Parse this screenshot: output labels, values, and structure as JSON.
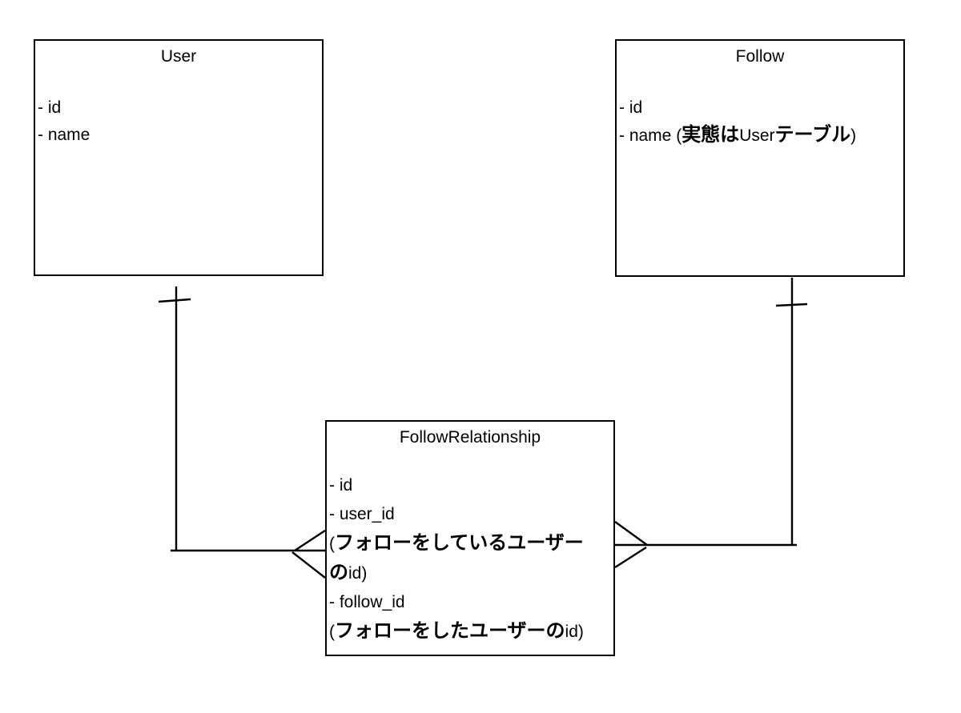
{
  "page": {
    "background_color": "#ffffff",
    "line_color": "#000000",
    "text_color": "#000000"
  },
  "diagram": {
    "type": "entity-relationship",
    "entities": [
      {
        "title": "User",
        "lines": [
          "- id",
          "- name"
        ]
      },
      {
        "title": "Follow",
        "lines": [
          "- id",
          "- name (実態はUserテーブル)"
        ]
      },
      {
        "title": "FollowRelationship",
        "lines": [
          "- id",
          "- user_id",
          "(フォローをしているユーザー",
          "のid)",
          "- follow_id",
          "(フォローをしたユーザーのid)"
        ]
      }
    ],
    "relationships": [
      {
        "from": "User",
        "to": "FollowRelationship",
        "from_cardinality": "one",
        "to_cardinality": "many"
      },
      {
        "from": "Follow",
        "to": "FollowRelationship",
        "from_cardinality": "one",
        "to_cardinality": "many"
      }
    ]
  }
}
